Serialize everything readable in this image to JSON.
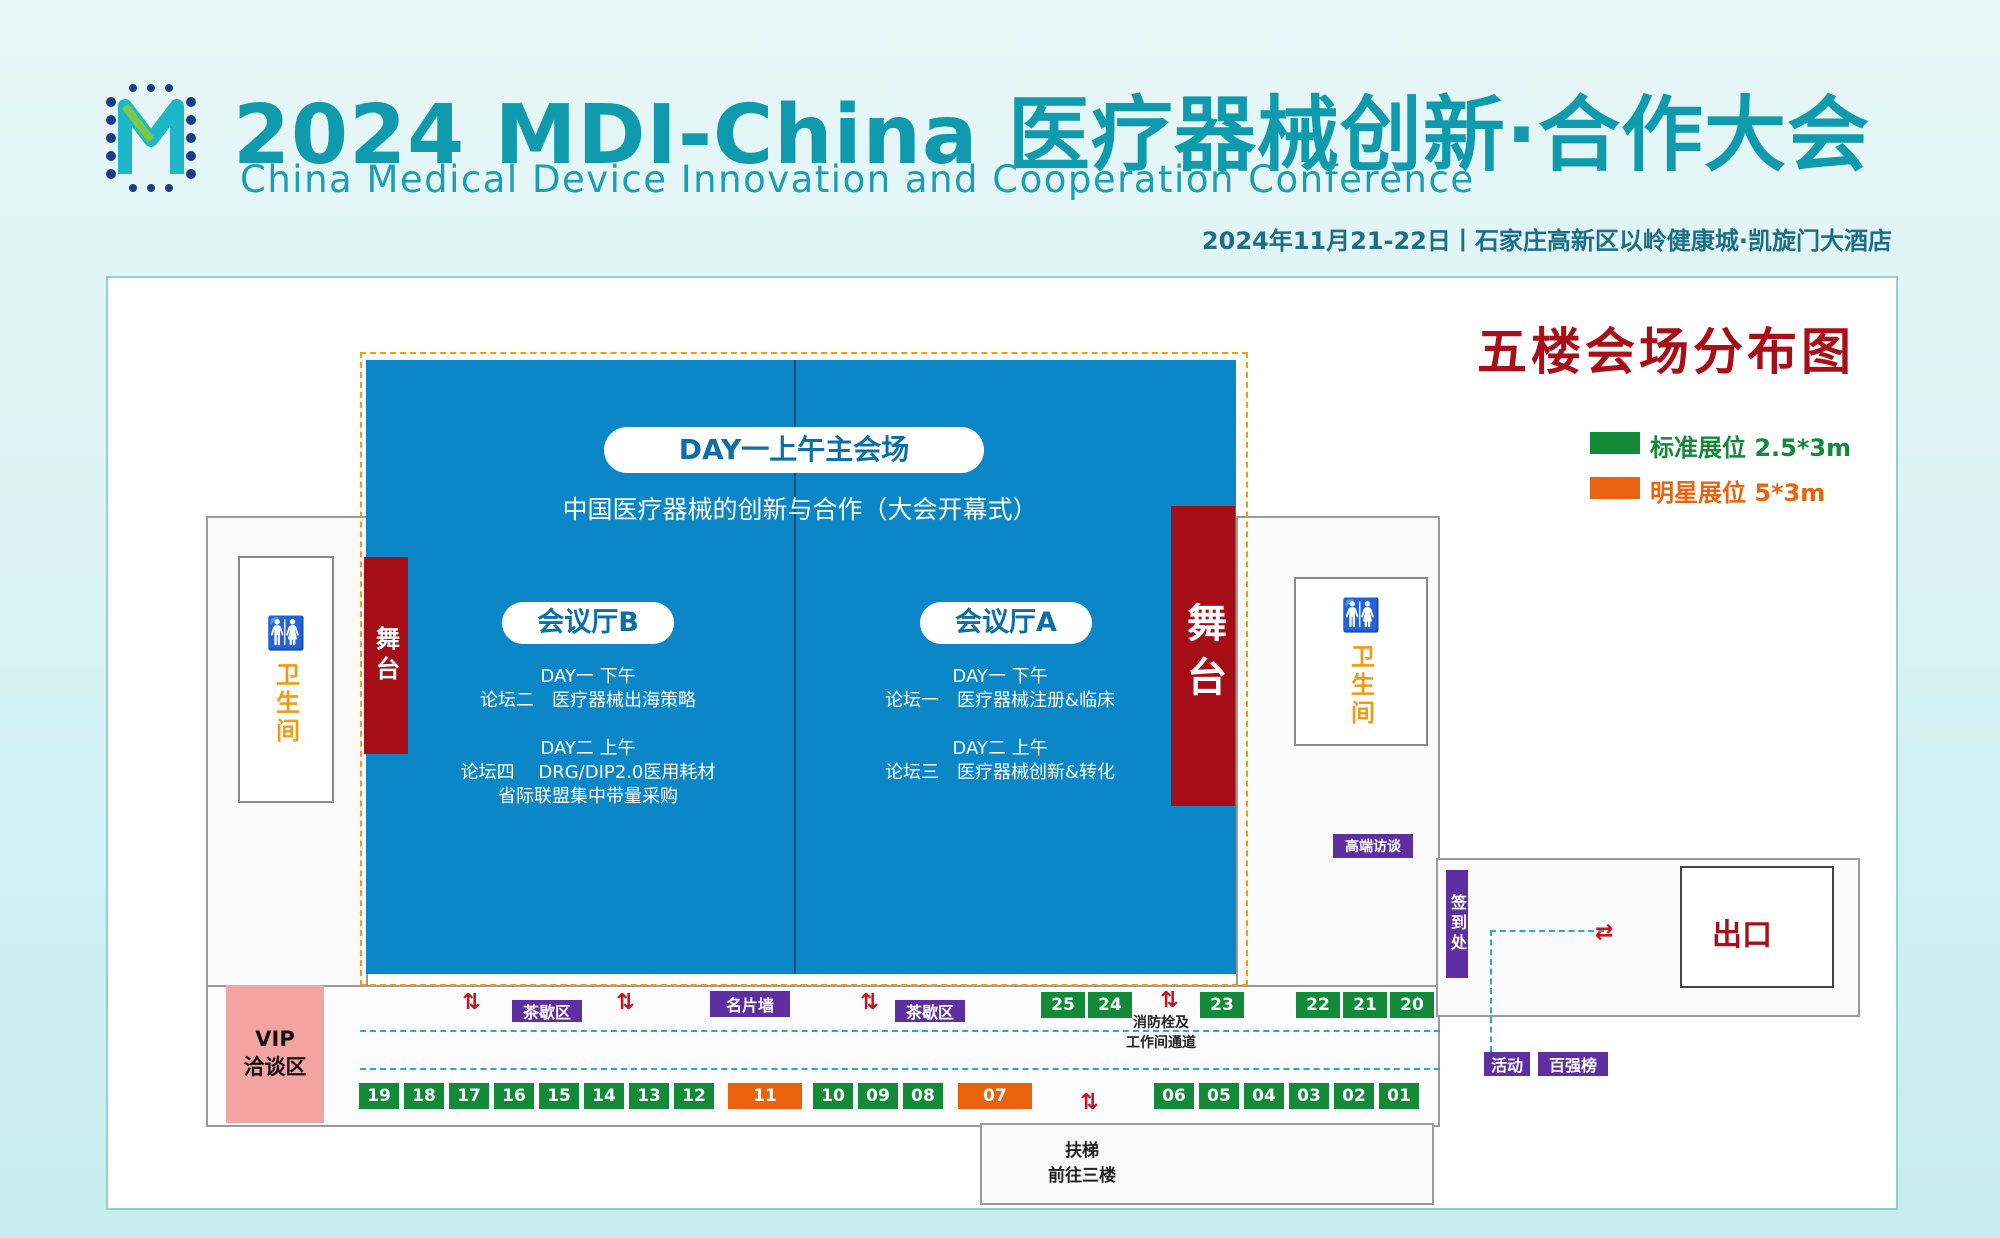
{
  "header": {
    "title": "2024 MDI-China 医疗器械创新·合作大会",
    "subtitle": "China Medical Device Innovation and Cooperation Conference",
    "dateline": "2024年11月21-22日丨石家庄高新区以岭健康城·凯旋门大酒店"
  },
  "map": {
    "title": "五楼会场分布图",
    "legend": [
      {
        "label": "标准展位 2.5*3m",
        "color": "#128a37"
      },
      {
        "label": "明星展位 5*3m",
        "color": "#e9620e"
      }
    ],
    "main_hall": {
      "pill": "DAY一上午主会场",
      "subtitle": "中国医疗器械的创新与合作（大会开幕式）"
    },
    "hall_b": {
      "pill": "会议厅B",
      "l1": "DAY一 下午",
      "l2": "论坛二　医疗器械出海策略",
      "l3": "DAY二 上午",
      "l4": "论坛四　 DRG/DIP2.0医用耗材",
      "l5": "省际联盟集中带量采购"
    },
    "hall_a": {
      "pill": "会议厅A",
      "l1": "DAY一 下午",
      "l2": "论坛一　医疗器械注册&临床",
      "l3": "DAY二 上午",
      "l4": "论坛三　医疗器械创新&转化"
    },
    "stage_left": "舞台",
    "stage_right": "舞台",
    "restroom": "卫生间",
    "vip": "VIP\n洽谈区",
    "tea_break": "茶歇区",
    "card_wall": "名片墙",
    "high_end_interview": "高端访谈",
    "sign_in": "签到处",
    "exit": "出口",
    "activity": "活动",
    "top100": "百强榜",
    "fire_hydrant": "消防栓及\n工作间通道",
    "escalator": "扶梯\n前往三楼",
    "booths_top": [
      "25",
      "24",
      "23",
      "22",
      "21",
      "20"
    ],
    "booths_bottom": [
      {
        "id": "19",
        "kind": "standard"
      },
      {
        "id": "18",
        "kind": "standard"
      },
      {
        "id": "17",
        "kind": "standard"
      },
      {
        "id": "16",
        "kind": "standard"
      },
      {
        "id": "15",
        "kind": "standard"
      },
      {
        "id": "14",
        "kind": "standard"
      },
      {
        "id": "13",
        "kind": "standard"
      },
      {
        "id": "12",
        "kind": "standard"
      },
      {
        "id": "11",
        "kind": "star"
      },
      {
        "id": "10",
        "kind": "standard"
      },
      {
        "id": "09",
        "kind": "standard"
      },
      {
        "id": "08",
        "kind": "standard"
      },
      {
        "id": "07",
        "kind": "star"
      },
      {
        "id": "06",
        "kind": "standard"
      },
      {
        "id": "05",
        "kind": "standard"
      },
      {
        "id": "04",
        "kind": "standard"
      },
      {
        "id": "03",
        "kind": "standard"
      },
      {
        "id": "02",
        "kind": "standard"
      },
      {
        "id": "01",
        "kind": "standard"
      }
    ]
  }
}
